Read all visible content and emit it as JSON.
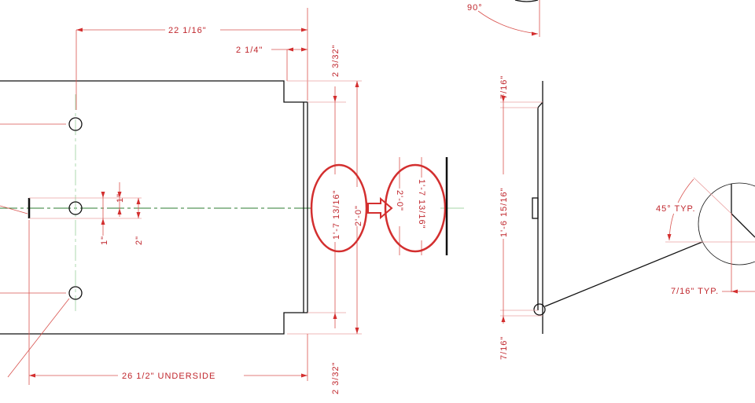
{
  "drawing": {
    "dimensions": {
      "top_width": "22 1/16\"",
      "notch_width": "2 1/4\"",
      "top_notch_height": "2 3/32\"",
      "bottom_notch_height": "2 3/32\"",
      "inner_height": "1'-7 13/16\"",
      "outer_height": "2'-0\"",
      "inner_height_rotated": "1'-7 13/16\"",
      "outer_height_rotated": "2'-0\"",
      "slot_height_1": "1\"",
      "slot_height_1b": "1\"",
      "slot_height_2": "2\"",
      "bottom_width": "26 1/2\" UNDERSIDE",
      "side_top_flange": "7/16\"",
      "side_height": "1'-6 15/16\"",
      "side_bottom_flange": "7/16\"",
      "angle_top": "90°",
      "angle_typ": "45° TYP.",
      "offset_typ": "7/16\" TYP."
    },
    "colors": {
      "dimension": "#c0272d",
      "highlight": "#d32f2f",
      "centerline": "#2e7d32",
      "object": "#111111"
    }
  }
}
